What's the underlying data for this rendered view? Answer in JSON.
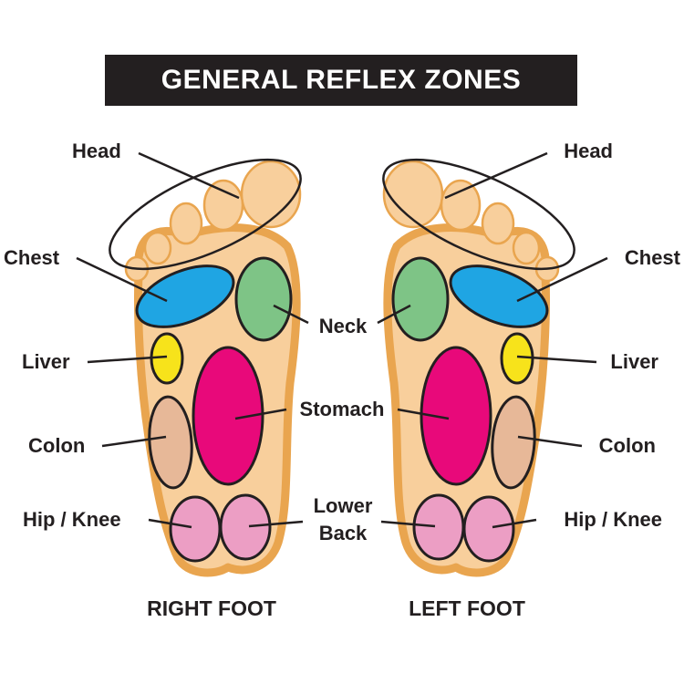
{
  "title": "GENERAL REFLEX ZONES",
  "feet": {
    "right": "RIGHT FOOT",
    "left": "LEFT FOOT"
  },
  "labels": {
    "head": "Head",
    "chest": "Chest",
    "neck": "Neck",
    "liver": "Liver",
    "stomach": "Stomach",
    "colon": "Colon",
    "hip_knee": "Hip / Knee",
    "lower_back_line1": "Lower",
    "lower_back_line2": "Back"
  },
  "colors": {
    "skin": "#f8cf9c",
    "skin_outline": "#e9a54f",
    "chest": "#1fa5e3",
    "neck": "#7ec486",
    "liver": "#f7e31b",
    "stomach": "#e8097a",
    "colon": "#e7b898",
    "hip_knee_lower_back": "#ec9ec4"
  }
}
